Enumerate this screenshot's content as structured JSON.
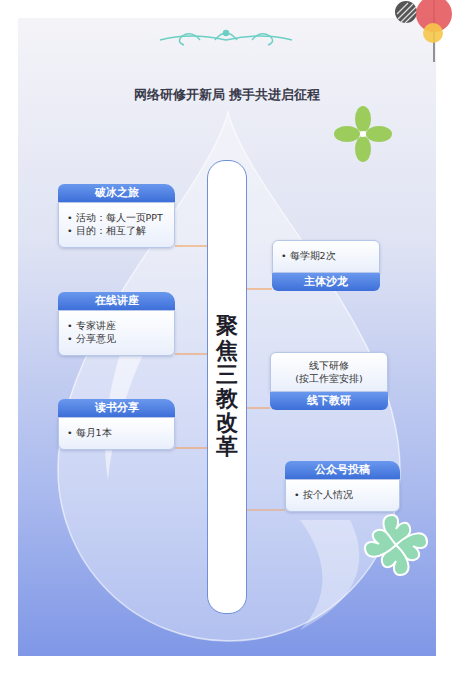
{
  "diagram": {
    "title": "网络研修开新局 携手共进启征程",
    "nodes": [
      {
        "text": [
          "聚焦三教改革"
        ]
      },
      {
        "text": [
          "破冰之旅",
          "• 活动：每人一页PPT",
          "• 目的：相互了解"
        ]
      },
      {
        "text": [
          "主体沙龙",
          "• 每学期2次"
        ]
      },
      {
        "text": [
          "在线讲座",
          "• 专家讲座",
          "• 分享意见"
        ]
      },
      {
        "text": [
          "线下教研",
          "线下研修 (按工作室安排)"
        ]
      },
      {
        "text": [
          "读书分享",
          "• 每月1本"
        ]
      },
      {
        "text": [
          "公众号投稿",
          "• 按个人情况"
        ]
      }
    ],
    "edges": [
      {
        "from": 0,
        "to": 1,
        "arrow": "none"
      },
      {
        "from": 0,
        "to": 2,
        "arrow": "none"
      },
      {
        "from": 0,
        "to": 3,
        "arrow": "none"
      },
      {
        "from": 0,
        "to": 4,
        "arrow": "none"
      },
      {
        "from": 0,
        "to": 5,
        "arrow": "none"
      },
      {
        "from": 0,
        "to": 6,
        "arrow": "none"
      }
    ]
  }
}
